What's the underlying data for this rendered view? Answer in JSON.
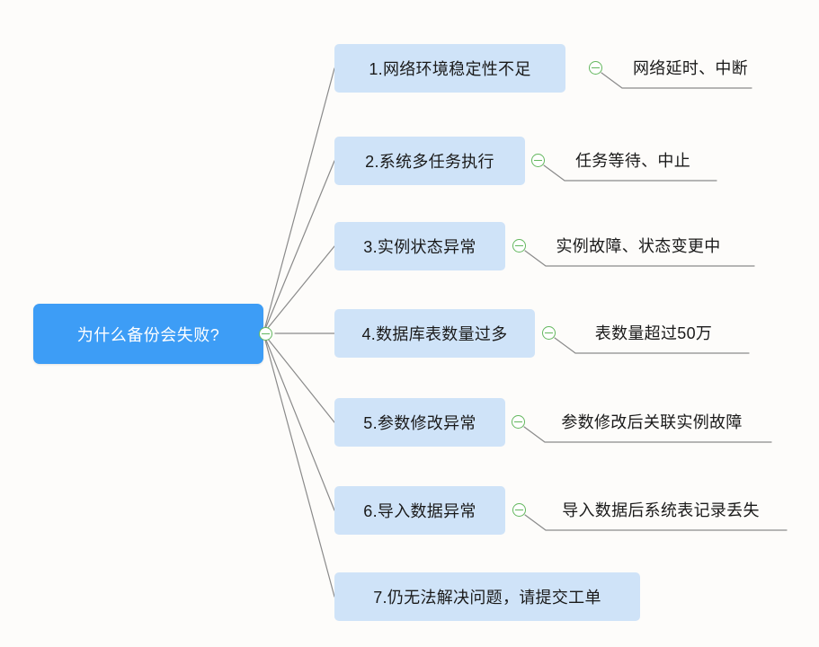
{
  "diagram": {
    "type": "mind-map",
    "background_color": "#fdfcfa",
    "root": {
      "label": "为什么备份会失败?",
      "fill_color": "#3d9df6",
      "text_color": "#ffffff",
      "has_toggle": true,
      "toggle_state": "expanded"
    },
    "branch_style": {
      "fill_color": "#cfe3f8",
      "text_color": "#1a1a1a"
    },
    "edge_color": "#8a8a8a",
    "toggle_color": "#63b75e",
    "branches": [
      {
        "index": 1,
        "label": "1.网络环境稳定性不足",
        "has_toggle": true,
        "leaf": "网络延时、中断"
      },
      {
        "index": 2,
        "label": "2.系统多任务执行",
        "has_toggle": true,
        "leaf": "任务等待、中止"
      },
      {
        "index": 3,
        "label": "3.实例状态异常",
        "has_toggle": true,
        "leaf": "实例故障、状态变更中"
      },
      {
        "index": 4,
        "label": "4.数据库表数量过多",
        "has_toggle": true,
        "leaf": "表数量超过50万"
      },
      {
        "index": 5,
        "label": "5.参数修改异常",
        "has_toggle": true,
        "leaf": "参数修改后关联实例故障"
      },
      {
        "index": 6,
        "label": "6.导入数据异常",
        "has_toggle": true,
        "leaf": "导入数据后系统表记录丢失"
      },
      {
        "index": 7,
        "label": "7.仍无法解决问题，请提交工单",
        "has_toggle": false,
        "leaf": null
      }
    ]
  }
}
